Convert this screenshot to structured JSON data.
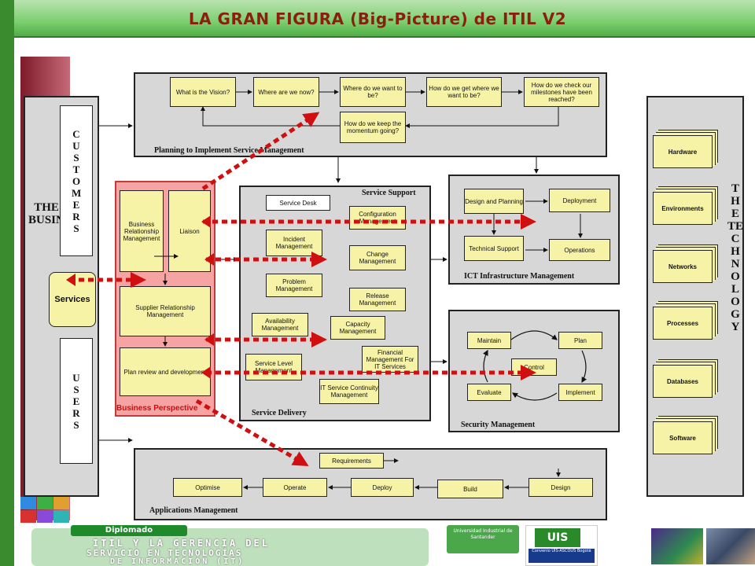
{
  "title": "LA GRAN FIGURA (Big-Picture) de ITIL V2",
  "business_label": "THE\nBUSINESS",
  "technology_label": "THE\nTECHNOLOGY",
  "customers_label": "CUSTOMERS",
  "users_label": "USERS",
  "services_label": "Services",
  "planning": {
    "label": "Planning to Implement Service Management",
    "steps": [
      "What is the Vision?",
      "Where are we now?",
      "Where do we want to be?",
      "How do we get where we want to be?",
      "How do we check our milestones have been reached?"
    ],
    "momentum": "How do we keep the momentum going?"
  },
  "business_perspective": {
    "label": "Business Perspective",
    "brm": "Business Relationship Management",
    "liaison": "Liaison",
    "supplier": "Supplier Relationship Management",
    "plan_review": "Plan review and development"
  },
  "service_support": {
    "label": "Service Support",
    "service_desk": "Service Desk",
    "configuration": "Configuration Management",
    "incident": "Incident Management",
    "change": "Change Management",
    "problem": "Problem Management",
    "release": "Release Management"
  },
  "service_delivery": {
    "label": "Service Delivery",
    "availability": "Availability Management",
    "capacity": "Capacity Management",
    "financial": "Financial Management For IT Services",
    "service_level": "Service Level Management",
    "continuity": "IT Service Continuity Management"
  },
  "ict": {
    "label": "ICT Infrastructure Management",
    "design": "Design and Planning",
    "deployment": "Deployment",
    "technical": "Technical Support",
    "operations": "Operations"
  },
  "security": {
    "label": "Security Management",
    "maintain": "Maintain",
    "plan": "Plan",
    "control": "Control",
    "evaluate": "Evaluate",
    "implement": "Implement"
  },
  "applications": {
    "label": "Applications Management",
    "requirements": "Requirements",
    "optimise": "Optimise",
    "operate": "Operate",
    "deploy": "Deploy",
    "build": "Build",
    "design": "Design"
  },
  "technology_items": [
    "Hardware",
    "Environments",
    "Networks",
    "Processes",
    "Databases",
    "Software"
  ],
  "footer": {
    "tab": "Diplomado",
    "line1": "ITIL Y LA GERENCIA DEL",
    "line2": "SERVICIO EN TECNOLOGÍAS",
    "line3": "DE INFORMACIÓN (IT)",
    "logo_text": "Universidad Industrial de Santander",
    "uis": "UIS",
    "convenio": "Convenio UIS-ASCOUS Bogotá"
  },
  "colors": {
    "accent_green": "#4fae45",
    "title_red": "#8a1f10",
    "arrow_red": "#d01010",
    "box_yellow": "#f7f3a6",
    "panel_pink": "#f6a3a3"
  }
}
